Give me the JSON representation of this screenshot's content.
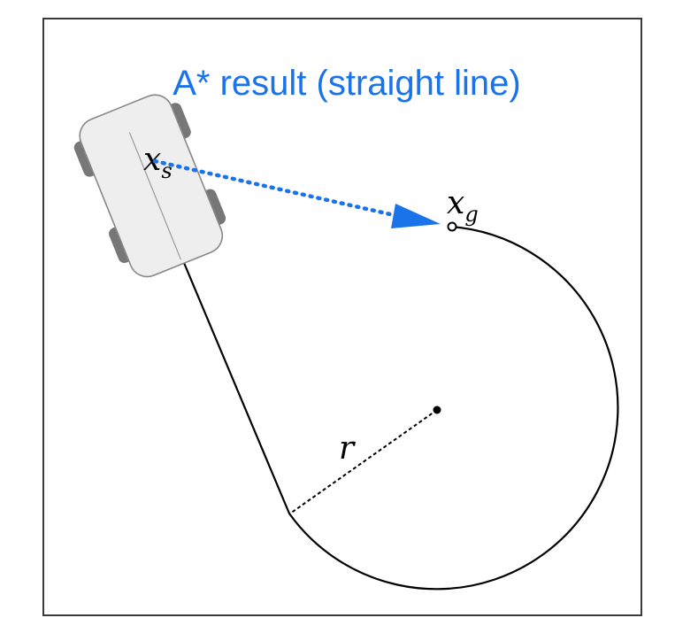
{
  "title": "A* result (straight line)",
  "labels": {
    "start": "x",
    "start_sub": "s",
    "goal": "x",
    "goal_sub": "g",
    "radius": "r"
  },
  "colors": {
    "title": "#1a73e8",
    "arrow": "#1a73e8",
    "path": "#000000",
    "frame": "#3a3a3a",
    "car_body": "#eeeeee",
    "car_outline": "#888888",
    "wheel": "#777777"
  },
  "icons": {
    "vehicle": "car-top-view-icon",
    "arrow": "dotted-arrow-icon"
  }
}
